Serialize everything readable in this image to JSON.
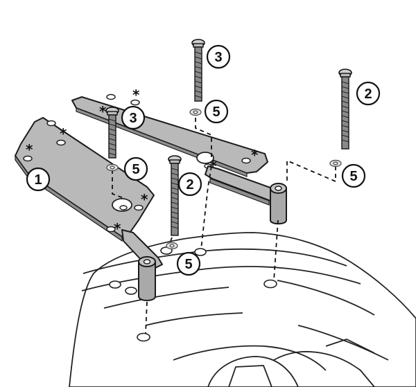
{
  "diagram": {
    "callouts": [
      {
        "id": "c1",
        "label": "1"
      },
      {
        "id": "c2a",
        "label": "2"
      },
      {
        "id": "c2b",
        "label": "2"
      },
      {
        "id": "c3a",
        "label": "3"
      },
      {
        "id": "c3b",
        "label": "3"
      },
      {
        "id": "c5a",
        "label": "5"
      },
      {
        "id": "c5b",
        "label": "5"
      },
      {
        "id": "c5c",
        "label": "5"
      },
      {
        "id": "c5d",
        "label": "5"
      }
    ],
    "asterisk": "*",
    "colors": {
      "plate": "#b9b9b9",
      "plate_edge": "#1a1a1a",
      "outline": "#222222",
      "background": "#ffffff"
    }
  }
}
